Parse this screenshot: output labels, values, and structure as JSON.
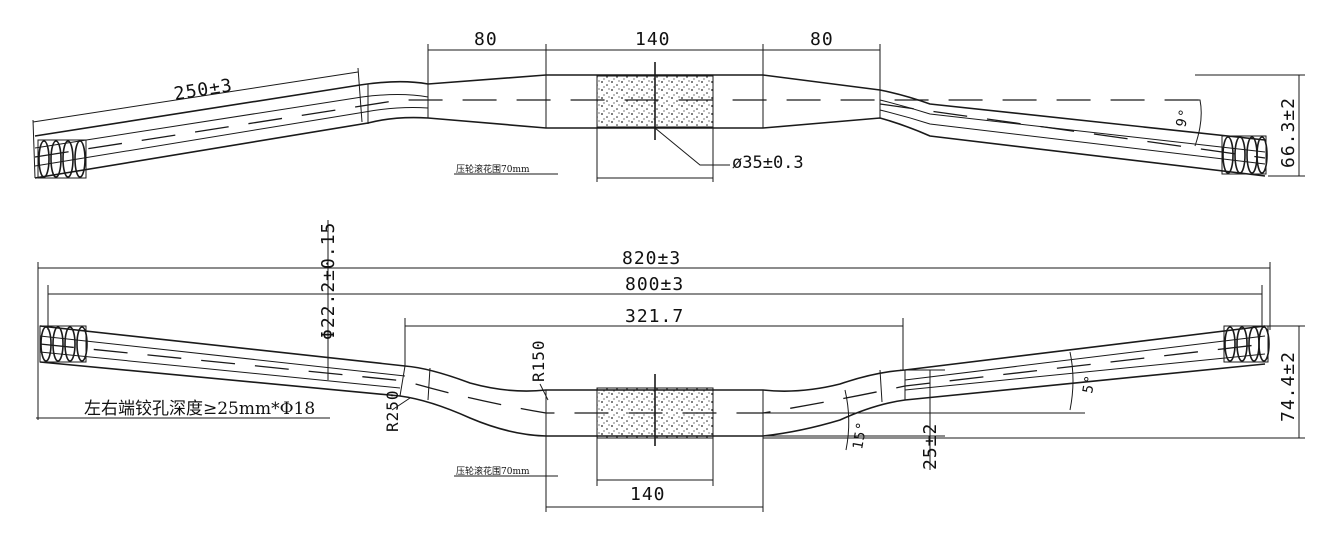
{
  "top_view": {
    "dims": {
      "left_end": "250±3",
      "clamp_side_left": "80",
      "center": "140",
      "clamp_side_right": "80",
      "height": "66.3±2",
      "diameter": "ø35±0.3",
      "angle": "9°"
    },
    "knurl_note": "压轮滚花围70mm"
  },
  "front_view": {
    "dims": {
      "overall": "820±3",
      "inner": "800±3",
      "diameter": "Φ22.2±0.15",
      "rise_span": "321.7",
      "r150": "R150",
      "r250": "R250",
      "angle_upsweep": "5°",
      "angle_bend": "15°",
      "rise": "25±2",
      "height": "74.4±2",
      "center": "140"
    },
    "end_hole_note": "左右端铰孔深度≥25mm*Φ18",
    "knurl_note": "压轮滚花围70mm"
  }
}
